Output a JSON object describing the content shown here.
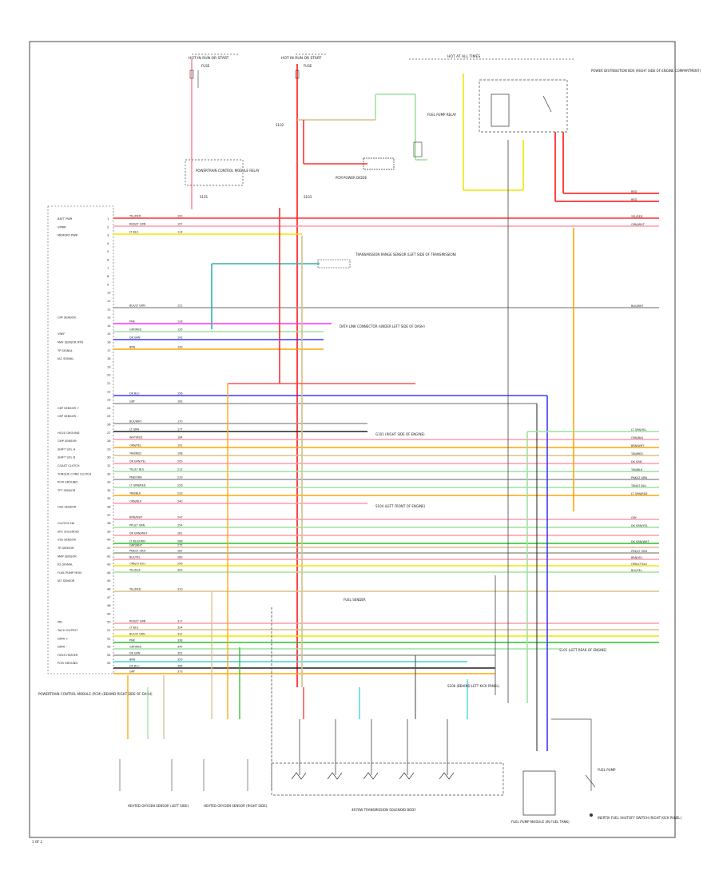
{
  "colors": {
    "frame": "#333333",
    "red": "#ff3030",
    "pink": "#ff9aa8",
    "orange": "#ffa500",
    "yellow": "#f2e600",
    "lightgreen": "#9ee29e",
    "green": "#28c028",
    "cyan": "#3cd0e0",
    "teal": "#30b0b0",
    "magenta": "#ff30ff",
    "blue": "#3a3aff",
    "gray": "#9a9a9a",
    "black": "#222222",
    "tan": "#d8c08a"
  },
  "top_labels": {
    "fuse_left": "HOT IN RUN OR START",
    "fuse_mid": "HOT IN RUN OR START",
    "fuse_right": "HOT AT ALL TIMES",
    "fuse_left_sub": "FUSE",
    "fuse_mid_sub": "FUSE",
    "relay_left": "POWERTRAIN CONTROL MODULE RELAY",
    "relay_mid": "PCM POWER DIODE",
    "ignition_coil": "FUEL PUMP RELAY",
    "right_module": "POWER DISTRIBUTION BOX (RIGHT SIDE OF ENGINE COMPARTMENT)",
    "splice_top_left": "S101",
    "splice_top_mid": "S102",
    "splice_mid": "S103"
  },
  "pcm_pins": [
    "BATT PWR",
    "VPWR",
    "MEMORY PWR",
    "",
    "",
    "",
    "",
    "",
    "",
    "",
    "",
    "",
    "CPP SENSOR",
    "",
    "VREF",
    "MAF SENSOR RTN",
    "TP SIGNAL",
    "IAC SIGNAL",
    "",
    "",
    "",
    "",
    "",
    "CKP SENSOR +",
    "CKP SENSOR -",
    "",
    "HO2S GROUND",
    "CMP SENSOR",
    "SHIFT SOL A",
    "SHIFT SOL B",
    "COAST CLUTCH",
    "TORQUE CONV CLUTCH",
    "PCM GROUND",
    "TFT SENSOR",
    "",
    "OSS SENSOR",
    "",
    "CLUTCH SW",
    "EPC SOLENOID",
    "VSS SENSOR",
    "TR SENSOR",
    "MAP SENSOR",
    "KS SIGNAL",
    "FUEL PUMP MON",
    "IAT SENSOR",
    "",
    "",
    "",
    "",
    "MIL",
    "TACH OUTPUT",
    "DATA +",
    "DATA -",
    "HO2S HEATER",
    "PCM GROUND"
  ],
  "wire_labels": [
    "YEL/RED",
    "RED/LT GRN",
    "LT BLU",
    "BLK/LT GRN",
    "PNK",
    "GRY/RED",
    "DK GRN",
    "BRN",
    "DK BLU",
    "GRY",
    "BLK/WHT",
    "LT GRN",
    "WHT/RED",
    "ORN/YEL",
    "TAN/RED",
    "DK GRN/YEL",
    "YEL/LT BLU",
    "PNK/ORN",
    "LT GRN/RED",
    "TAN/BLK",
    "ORN/BLK",
    "BRN/WHT",
    "PPL/LT GRN",
    "DK GRN/WHT",
    "LT BLU/ORN",
    "GRY/WHT",
    "PNK/LT GRN",
    "BLK/YEL",
    "ORN/LT BLU",
    "YEL/BLK"
  ],
  "right_wire_labels": [
    "RED",
    "RED",
    "YEL/RED",
    "ORN/WHT",
    "BLK/WHT",
    "LT GRN/YEL",
    "ORN/BLK",
    "BRN/WHT",
    "TAN/RED",
    "DK GRN",
    "TAN/BLK",
    "PNK/LT GRN",
    "TAN/LT BLU",
    "LT GRN/RED",
    "GRY",
    "DK GRN/YEL",
    "DK GRN/WHT",
    "PNK/LT GRN",
    "BRN/YEL",
    "ORN/LT BLU",
    "BLK/YEL"
  ],
  "side_notes": {
    "tcm_note": "TRANSMISSION RANGE SENSOR (LEFT SIDE OF TRANSMISSION)",
    "evap_note": "DATA LINK CONNECTOR (UNDER LEFT SIDE OF DASH)",
    "ckp_note": "G101 (RIGHT SIDE OF ENGINE)",
    "sensor_note": "S104 (LEFT FRONT OF ENGINE)",
    "vss_note": "FUEL SENDER",
    "right_mid_note": "S105 (LEFT REAR OF ENGINE)",
    "lower_note": "S106 (BEHIND LEFT KICK PANEL)",
    "right_bottom": "INERTIA FUEL SHUTOFF SWITCH (RIGHT KICK PANEL)"
  },
  "pcm_label": "POWERTRAIN CONTROL MODULE (PCM) (BEHIND RIGHT SIDE OF DASH)",
  "bottom_components": {
    "sensor_left": "HEATED OXYGEN SENSOR (LEFT SIDE)",
    "sensor_mid": "HEATED OXYGEN SENSOR (RIGHT SIDE)",
    "solenoid_pack": "4R70W TRANSMISSION SOLENOID BODY",
    "pump_module": "FUEL PUMP MODULE (IN FUEL TANK)",
    "relay_right": "FUEL PUMP"
  },
  "page_ref": "1 OF 2"
}
